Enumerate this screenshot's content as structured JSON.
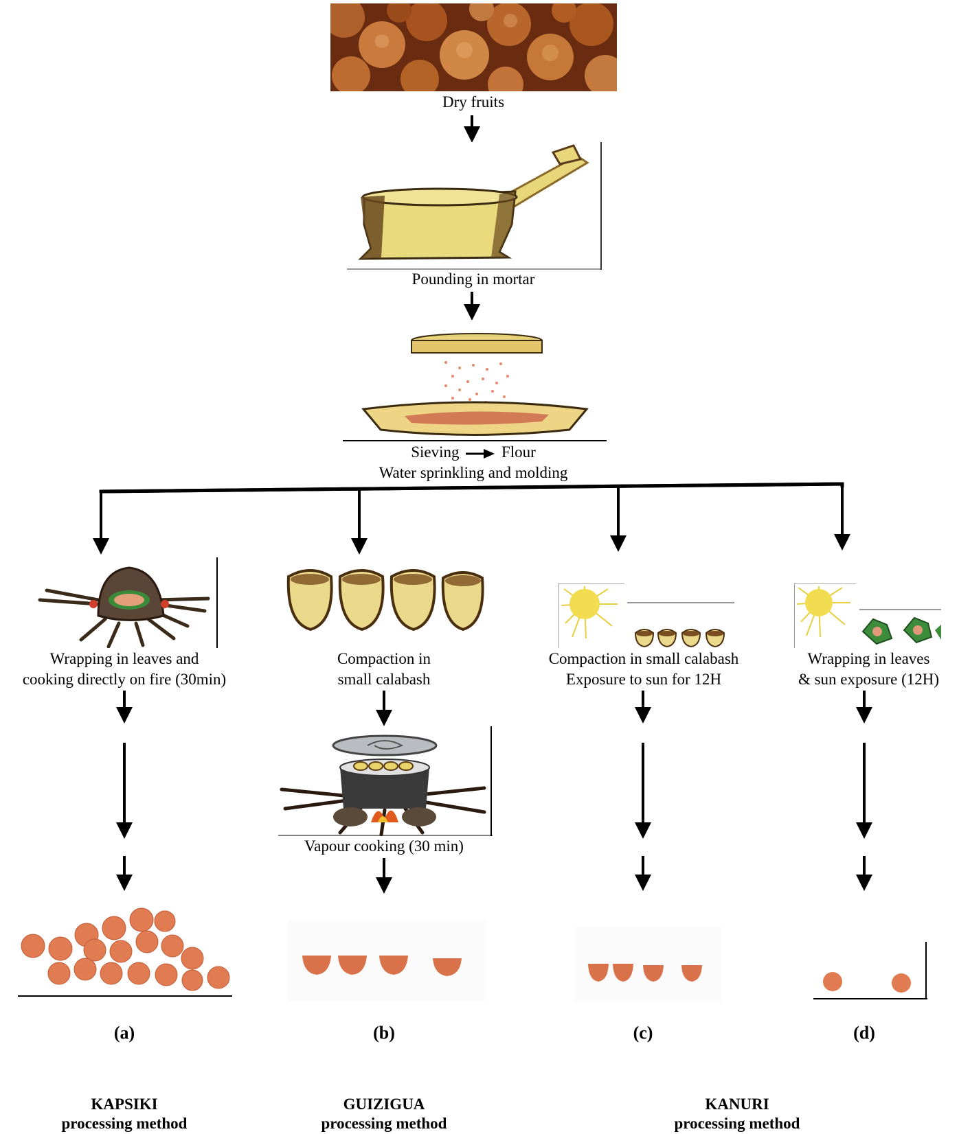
{
  "steps": {
    "dry_fruits": "Dry fruits",
    "pounding": "Pounding in mortar",
    "sieving": "Sieving",
    "flour": "Flour",
    "water": "Water sprinkling and molding"
  },
  "branches": {
    "a": {
      "line1": "Wrapping in leaves and",
      "line2": "cooking directly on fire (30min)",
      "tag": "(a)"
    },
    "b": {
      "line1": "Compaction in",
      "line2": "small calabash",
      "step2": "Vapour cooking (30 min)",
      "tag": "(b)"
    },
    "c": {
      "line1": "Compaction in small calabash",
      "line2": "Exposure to sun for 12H",
      "tag": "(c)"
    },
    "d": {
      "line1": "Wrapping in leaves",
      "line2": "& sun exposure (12H)",
      "tag": "(d)"
    }
  },
  "groups": {
    "kapsiki": {
      "name": "KAPSIKI",
      "sub": "processing method"
    },
    "guizigua": {
      "name": "GUIZIGUA",
      "sub": "processing method"
    },
    "kanuri": {
      "name": "KANURI",
      "sub": "processing method"
    }
  }
}
